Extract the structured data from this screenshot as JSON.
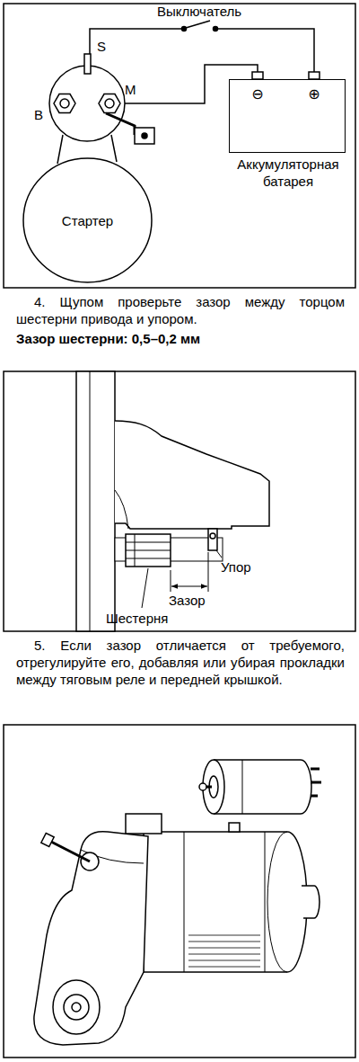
{
  "diagram": {
    "nodes": [
      {
        "text": [
          "Стартер"
        ]
      },
      {
        "text": [
          "Аккумуляторная батарея"
        ]
      }
    ],
    "labels": [
      "Выключатель",
      "S",
      "B",
      "M",
      "⊖",
      "⊕",
      "4. Щупом проверьте зазор между торцом шестерни привода и упором.",
      "Зазор шестерни: 0,5–0,2 мм",
      "Упор",
      "Зазор",
      "Шестерня",
      "5. Если зазор отличается от требуемого, отрегулируйте его, добавляя или убирая прокладки между тяговым реле и передней крышкой."
    ]
  }
}
